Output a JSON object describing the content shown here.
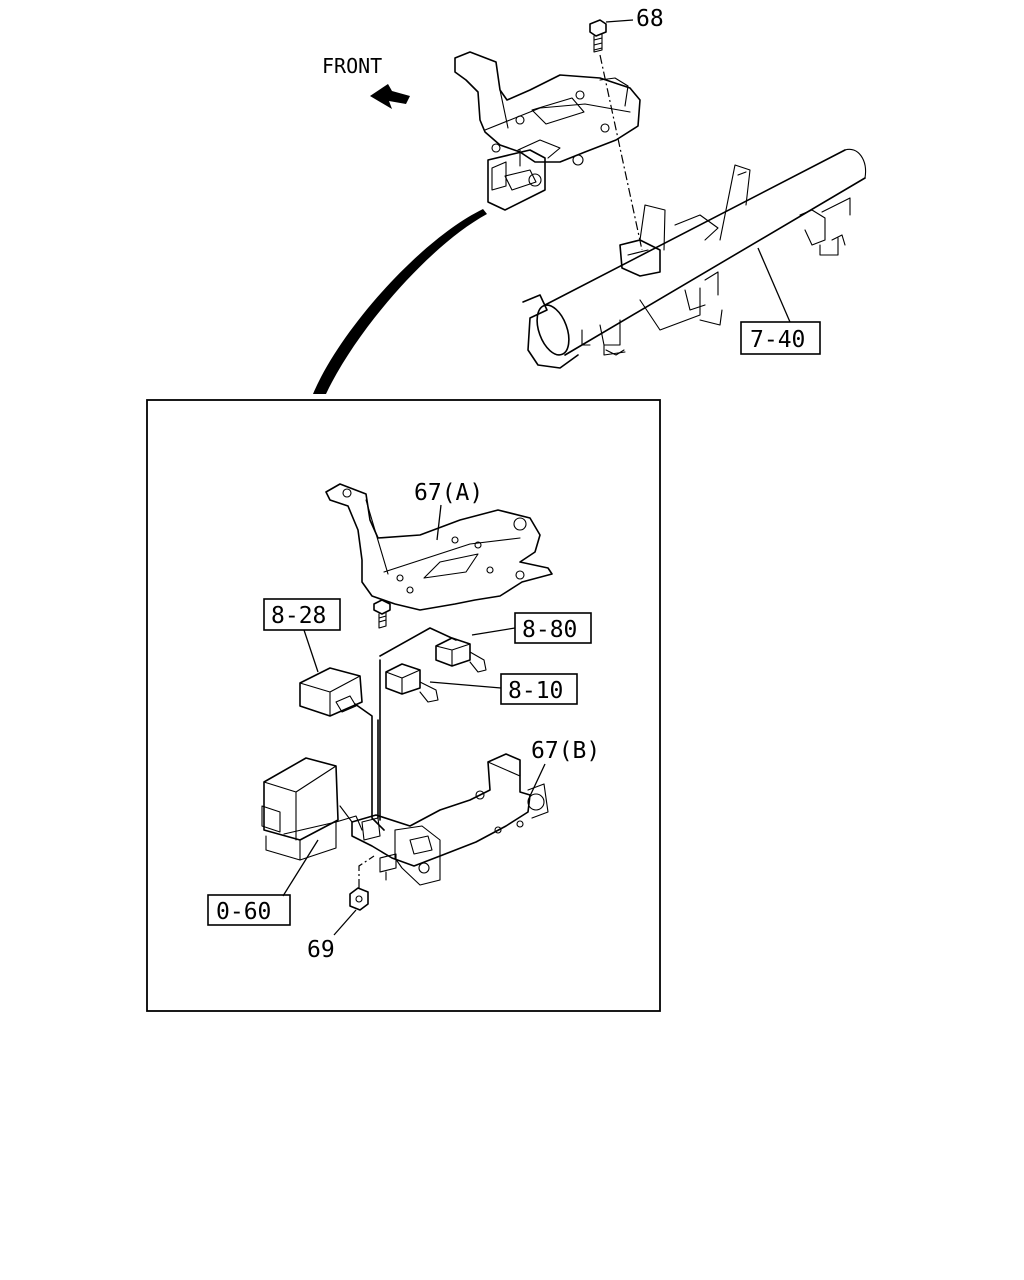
{
  "direction_label": "FRONT",
  "callouts": {
    "bolt": "68",
    "crossmember": "7-40",
    "bracket_a": "67(A)",
    "bracket_b": "67(B)",
    "relay_left": "8-28",
    "connector_upper": "8-80",
    "connector_lower": "8-10",
    "control_unit": "0-60",
    "nut": "69"
  },
  "icons": {
    "direction_arrow": "arrow-left-icon"
  }
}
